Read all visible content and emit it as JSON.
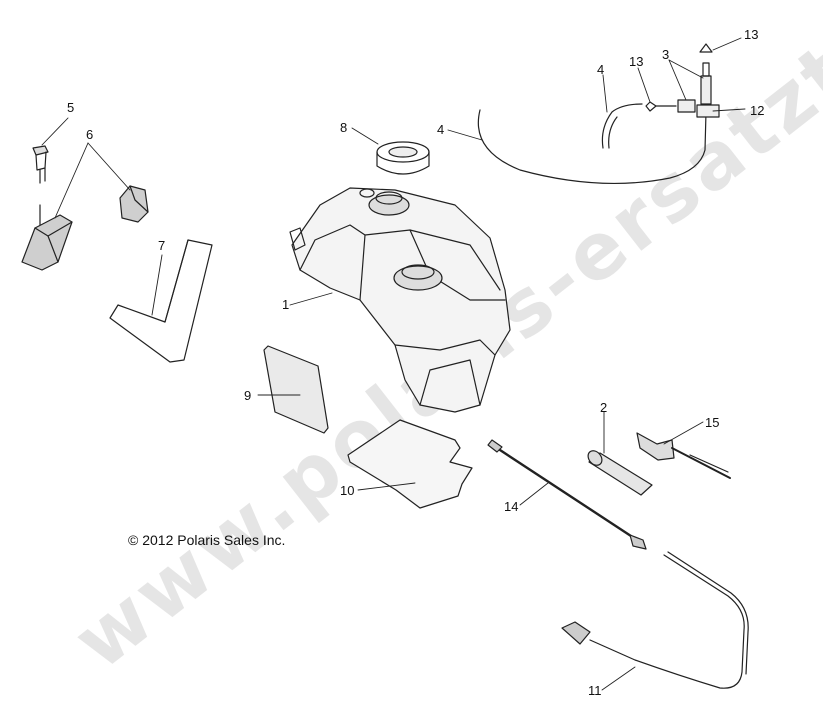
{
  "copyright": "© 2012 Polaris Sales Inc.",
  "watermark": "www.polaris-ersatzteile.de",
  "callouts": {
    "c1": "1",
    "c2": "2",
    "c3": "3",
    "c4a": "4",
    "c4b": "4",
    "c5": "5",
    "c6": "6",
    "c7": "7",
    "c8": "8",
    "c9": "9",
    "c10": "10",
    "c11": "11",
    "c12": "12",
    "c13a": "13",
    "c13b": "13",
    "c14": "14",
    "c15": "15"
  }
}
